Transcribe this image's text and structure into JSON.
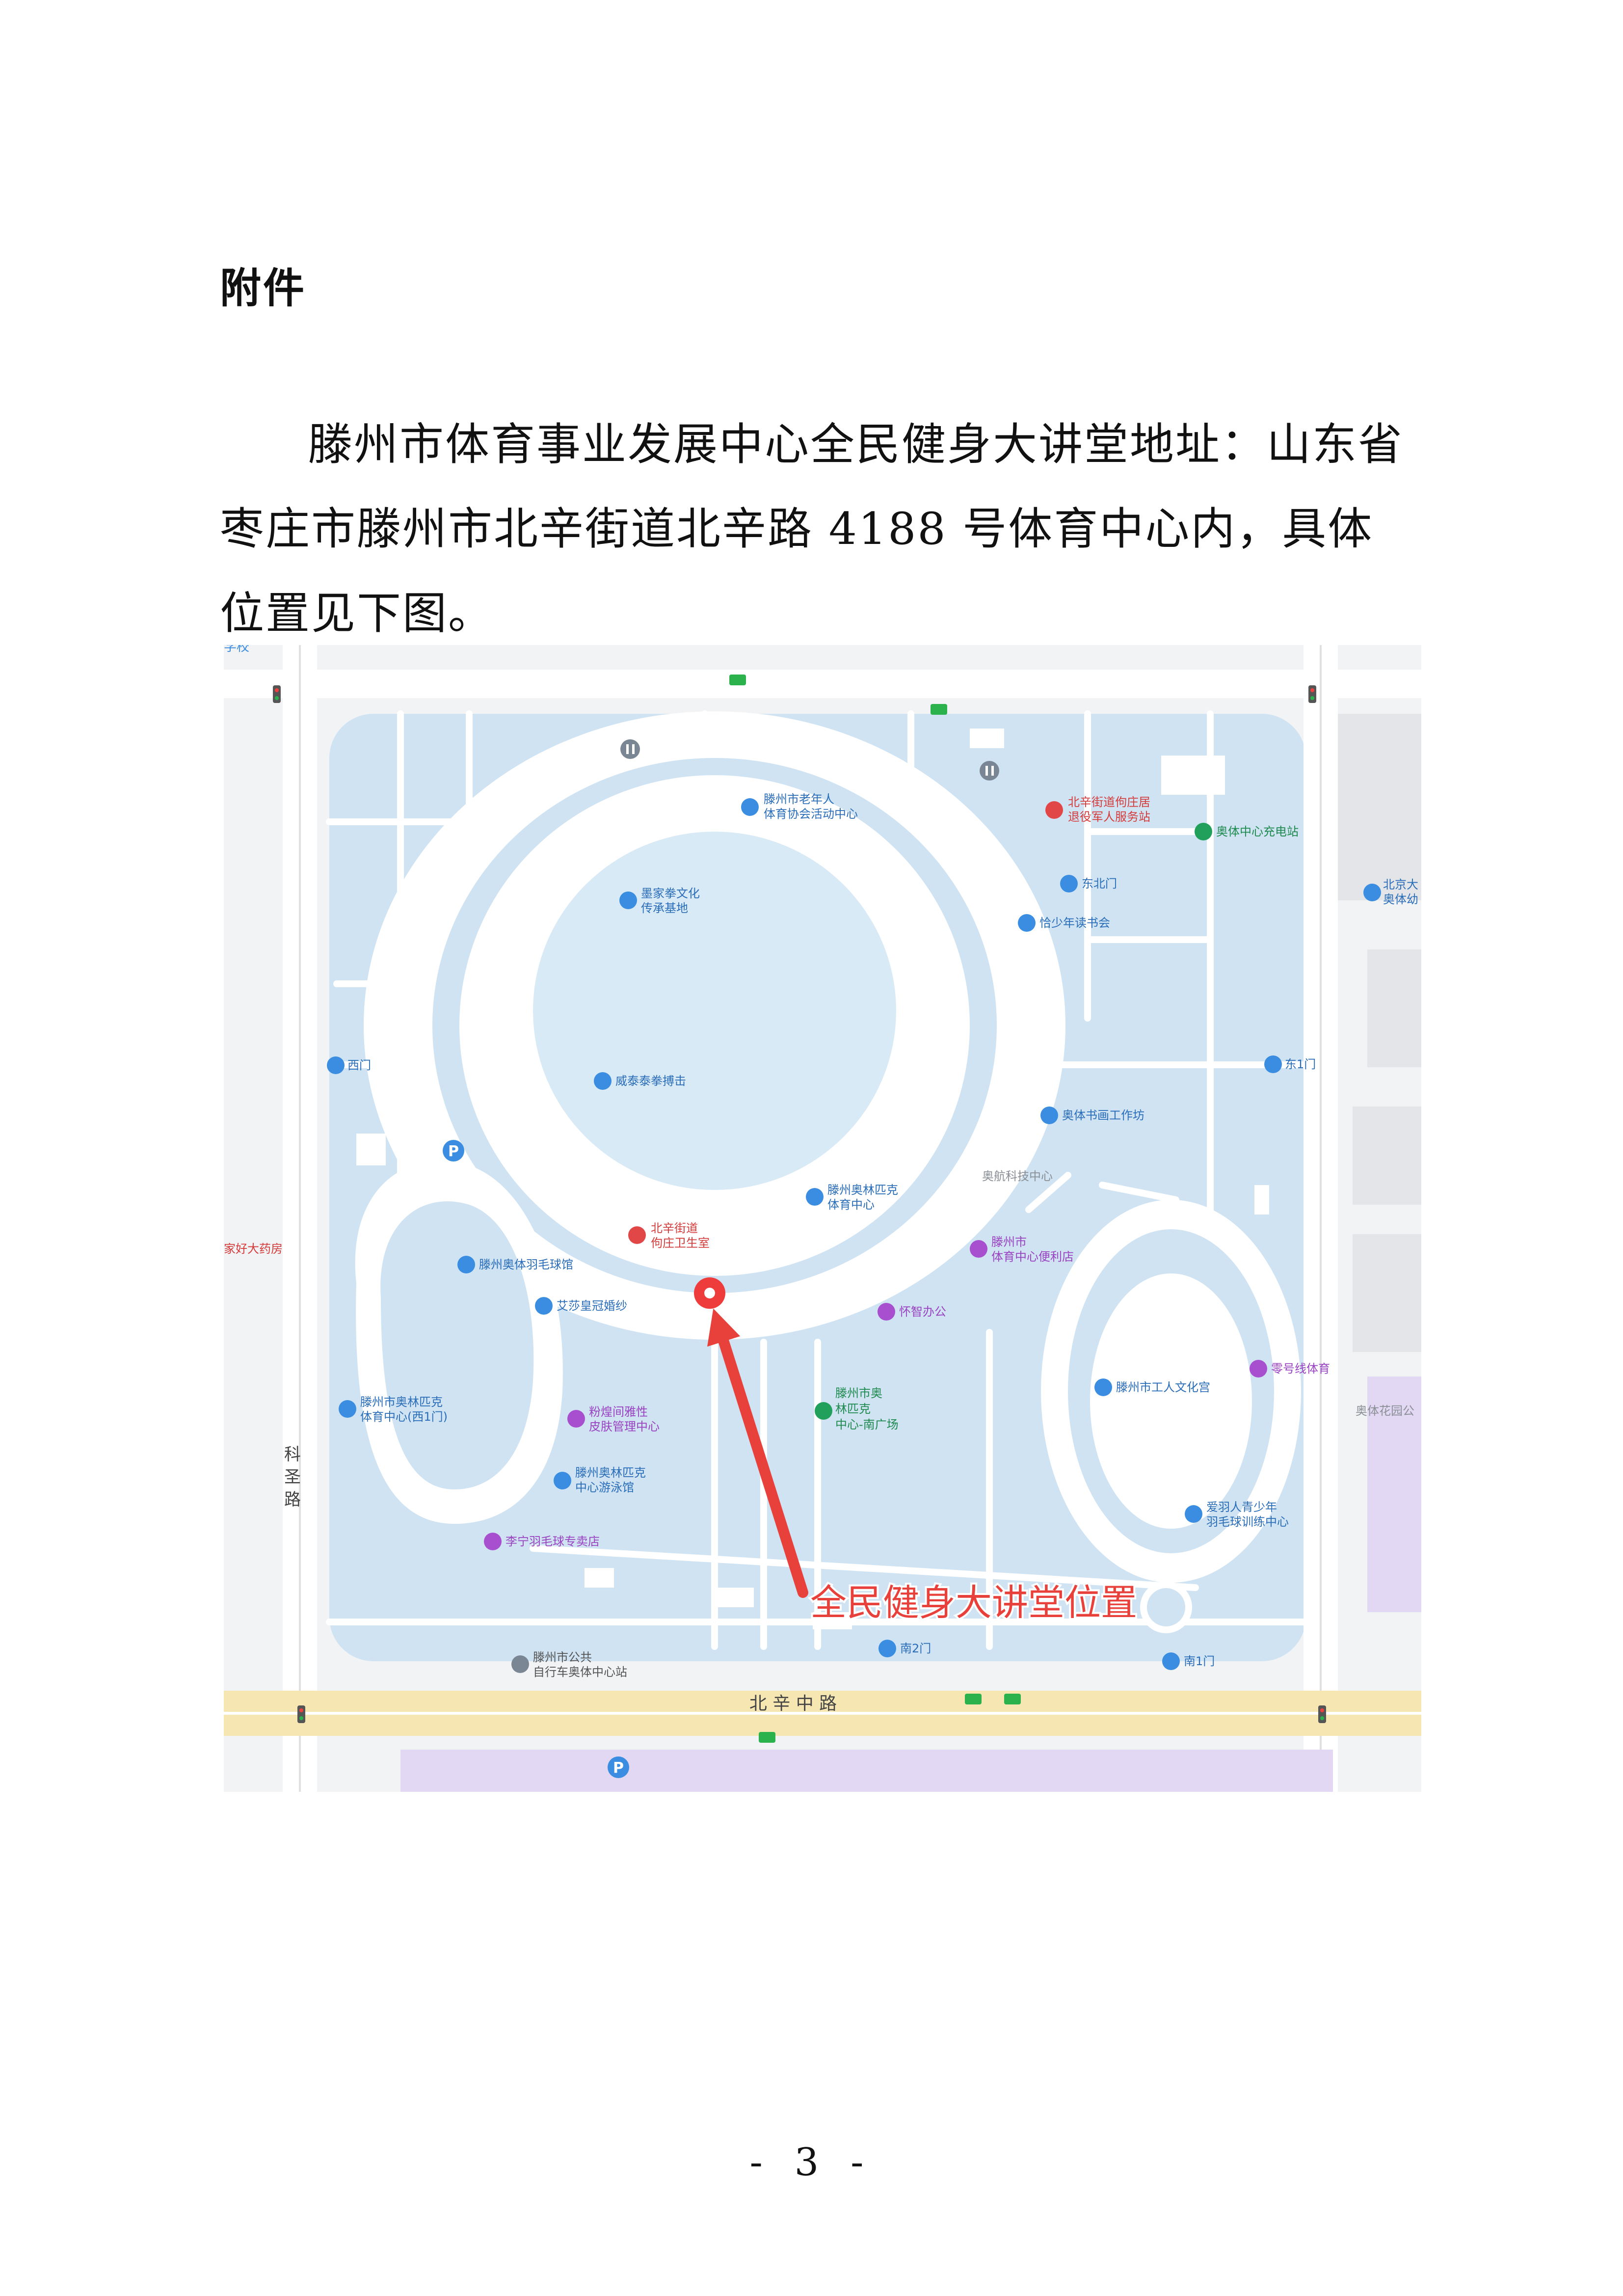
{
  "document": {
    "heading": "附件",
    "paragraph": "滕州市体育事业发展中心全民健身大讲堂地址：山东省枣庄市滕州市北辛街道北辛路 4188 号体育中心内，具体位置见下图。",
    "page_number": "- 3 -"
  },
  "map": {
    "pois": {
      "elderly_center": [
        "滕州市老年人",
        "体育协会活动中心"
      ],
      "veterans_station": [
        "北辛街道佝庄居",
        "退役军人服务站"
      ],
      "charging_station": "奥体中心充电站",
      "northeast_gate": "东北门",
      "reading_club": "恰少年读书会",
      "cultural_base": [
        "墨家拳文化",
        "传承基地"
      ],
      "west_gate": "西门",
      "east_gate": "东1门",
      "boxing": "威泰泰拳搏击",
      "calligraphy": "奥体书画工作坊",
      "tech_center": "奥航科技中心",
      "olympic_center": [
        "滕州奥林匹克",
        "体育中心"
      ],
      "clinic": [
        "北辛街道",
        "佝庄卫生室"
      ],
      "convenience_store": [
        "滕州市",
        "体育中心便利店"
      ],
      "pharmacy": "家好大药房",
      "badminton_hall": "滕州奥体羽毛球馆",
      "bridal_shop": "艾莎皇冠婚纱",
      "office": "怀智办公",
      "zero_sports": "零号线体育",
      "west_gate1": [
        "滕州市奥林匹克",
        "体育中心(西1门)"
      ],
      "skin_care": [
        "粉煌间雅性",
        "皮肤管理中心"
      ],
      "south_plaza": [
        "滕州市奥",
        "林匹克",
        "中心-南广场"
      ],
      "workers_palace": "滕州市工人文化宫",
      "park": "奥体花园公",
      "natatorium": [
        "滕州奥林匹克",
        "中心游泳馆"
      ],
      "youth_badminton": [
        "爱羽人青少年",
        "羽毛球训练中心"
      ],
      "lining_store": "李宁羽毛球专卖店",
      "edge_north": [
        "北京大",
        "奥体幼"
      ],
      "bike_station": [
        "滕州市公共",
        "自行车奥体中心站"
      ],
      "south_gate2": "南2门",
      "south_gate1": "南1门",
      "top_school": "学校"
    },
    "roads": {
      "kesheng_road": [
        "科",
        "圣",
        "路"
      ],
      "beixin_road": "北 辛 中 路"
    },
    "annotation": "全民健身大讲堂位置",
    "parking_symbol": "P",
    "colors": {
      "park_fill": "#cfe3f3",
      "field_fill": "#d9eaf7",
      "road": "#ffffff",
      "main_road": "#f6e7b2",
      "arrow": "#e8403a",
      "poi_blue": "#3a8de0",
      "poi_red": "#e24747",
      "poi_purple": "#a84fd0",
      "poi_green": "#20a05a",
      "purple_area": "#e2d8f3"
    }
  }
}
